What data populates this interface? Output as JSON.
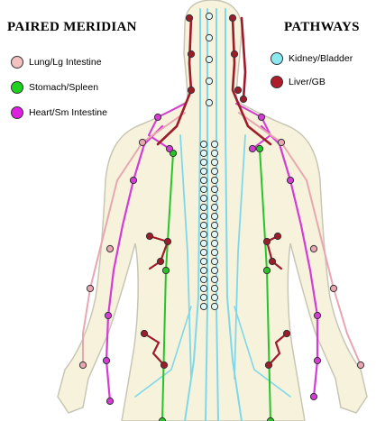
{
  "title_left": "PAIRED MERIDIAN",
  "title_right": "PATHWAYS",
  "legend": [
    {
      "label": "Lung/Lg Intestine",
      "color": "#f3c2c0",
      "icon": "circle"
    },
    {
      "label": "Stomach/Spleen",
      "color": "#1fd11f",
      "icon": "circle"
    },
    {
      "label": "Heart/Sm Intestine",
      "color": "#e020e0",
      "icon": "circle"
    },
    {
      "label": "Kidney/Bladder",
      "color": "#8ce8f0",
      "icon": "circle"
    },
    {
      "label": "Liver/GB",
      "color": "#b01d2a",
      "icon": "circle"
    }
  ],
  "colors": {
    "body_fill": "#f6f2dc",
    "body_outline": "#c8c6b4",
    "lung": "#e8a6b0",
    "stomach": "#27c427",
    "heart": "#d43cd4",
    "kidney": "#7fd8ea",
    "liver": "#9e1b2a"
  }
}
